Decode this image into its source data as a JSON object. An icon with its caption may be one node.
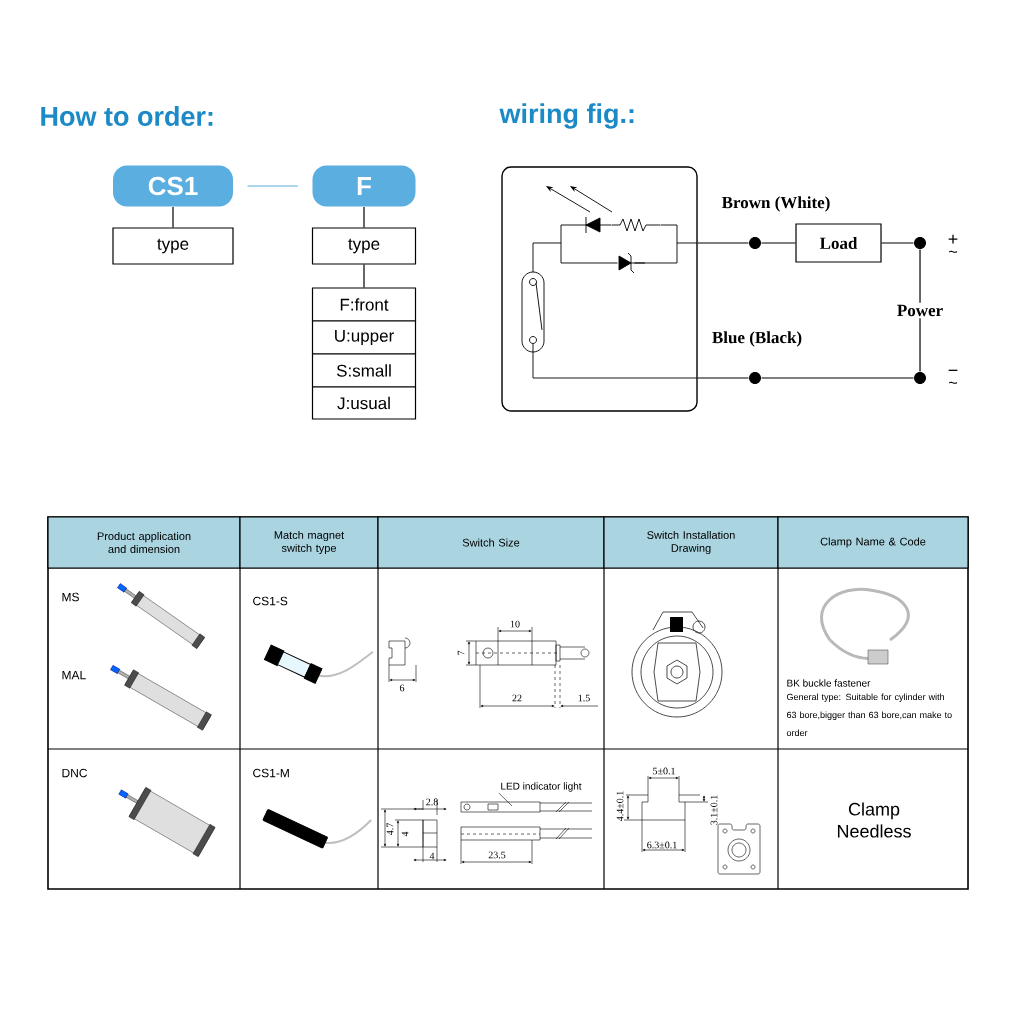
{
  "diagram": {
    "nodes": [
      {
        "text": [
          "CS1"
        ]
      },
      {
        "text": [
          "type"
        ]
      },
      {
        "text": [
          "F"
        ]
      },
      {
        "text": [
          "type"
        ]
      },
      {
        "text": [
          "F:front"
        ]
      },
      {
        "text": [
          "U:upper"
        ]
      },
      {
        "text": [
          "S:small"
        ]
      },
      {
        "text": [
          "J:usual"
        ]
      },
      {
        "text": [],
        "shape": "box"
      },
      {
        "text": [
          "Load"
        ]
      },
      {
        "text": [],
        "shape": "circle"
      },
      {
        "text": [],
        "shape": "circle"
      },
      {
        "text": [],
        "shape": "circle"
      },
      {
        "text": [],
        "shape": "circle"
      },
      {
        "text": [
          "LED indicator light"
        ]
      }
    ],
    "edges": [
      {
        "from": 0,
        "to": 2,
        "arrow": "none",
        "color": "#5aaee0"
      },
      {
        "from": 0,
        "to": 1,
        "arrow": "none"
      },
      {
        "from": 2,
        "to": 3,
        "arrow": "none"
      },
      {
        "from": 3,
        "to": 4,
        "arrow": "none"
      },
      {
        "from": 8,
        "to": 10,
        "arrow": "none"
      },
      {
        "from": 10,
        "to": 9,
        "arrow": "none"
      },
      {
        "from": 9,
        "to": 11,
        "arrow": "none"
      },
      {
        "from": 11,
        "to": 13,
        "arrow": "none",
        "label": "Power"
      },
      {
        "from": 8,
        "to": 12,
        "arrow": "none"
      },
      {
        "from": 12,
        "to": 13,
        "arrow": "none"
      },
      {
        "from": 14,
        "to": null,
        "arrow": "none"
      }
    ],
    "labels": [
      "How to order:",
      "wiring fig.:",
      "Brown (White)",
      "Blue (Black)",
      "+",
      "~",
      "−",
      "~",
      "Product application and dimension",
      "Match magnet switch type",
      "Switch Size",
      "Switch Installation Drawing",
      "Clamp Name & Code",
      "MS",
      "MAL",
      "CS1-S",
      "10",
      "7",
      "6",
      "22",
      "1.5",
      "BK buckle fastener",
      "General type: Suitable for cylinder with 63 bore,bigger than 63 bore,can make to order",
      "DNC",
      "CS1-M",
      "2.8",
      "4.7",
      "4",
      "4",
      "23.5",
      "5±0.1",
      "4.4±0.1",
      "3.1±0.1",
      "6.3±0.1",
      "Clamp Needless"
    ]
  }
}
